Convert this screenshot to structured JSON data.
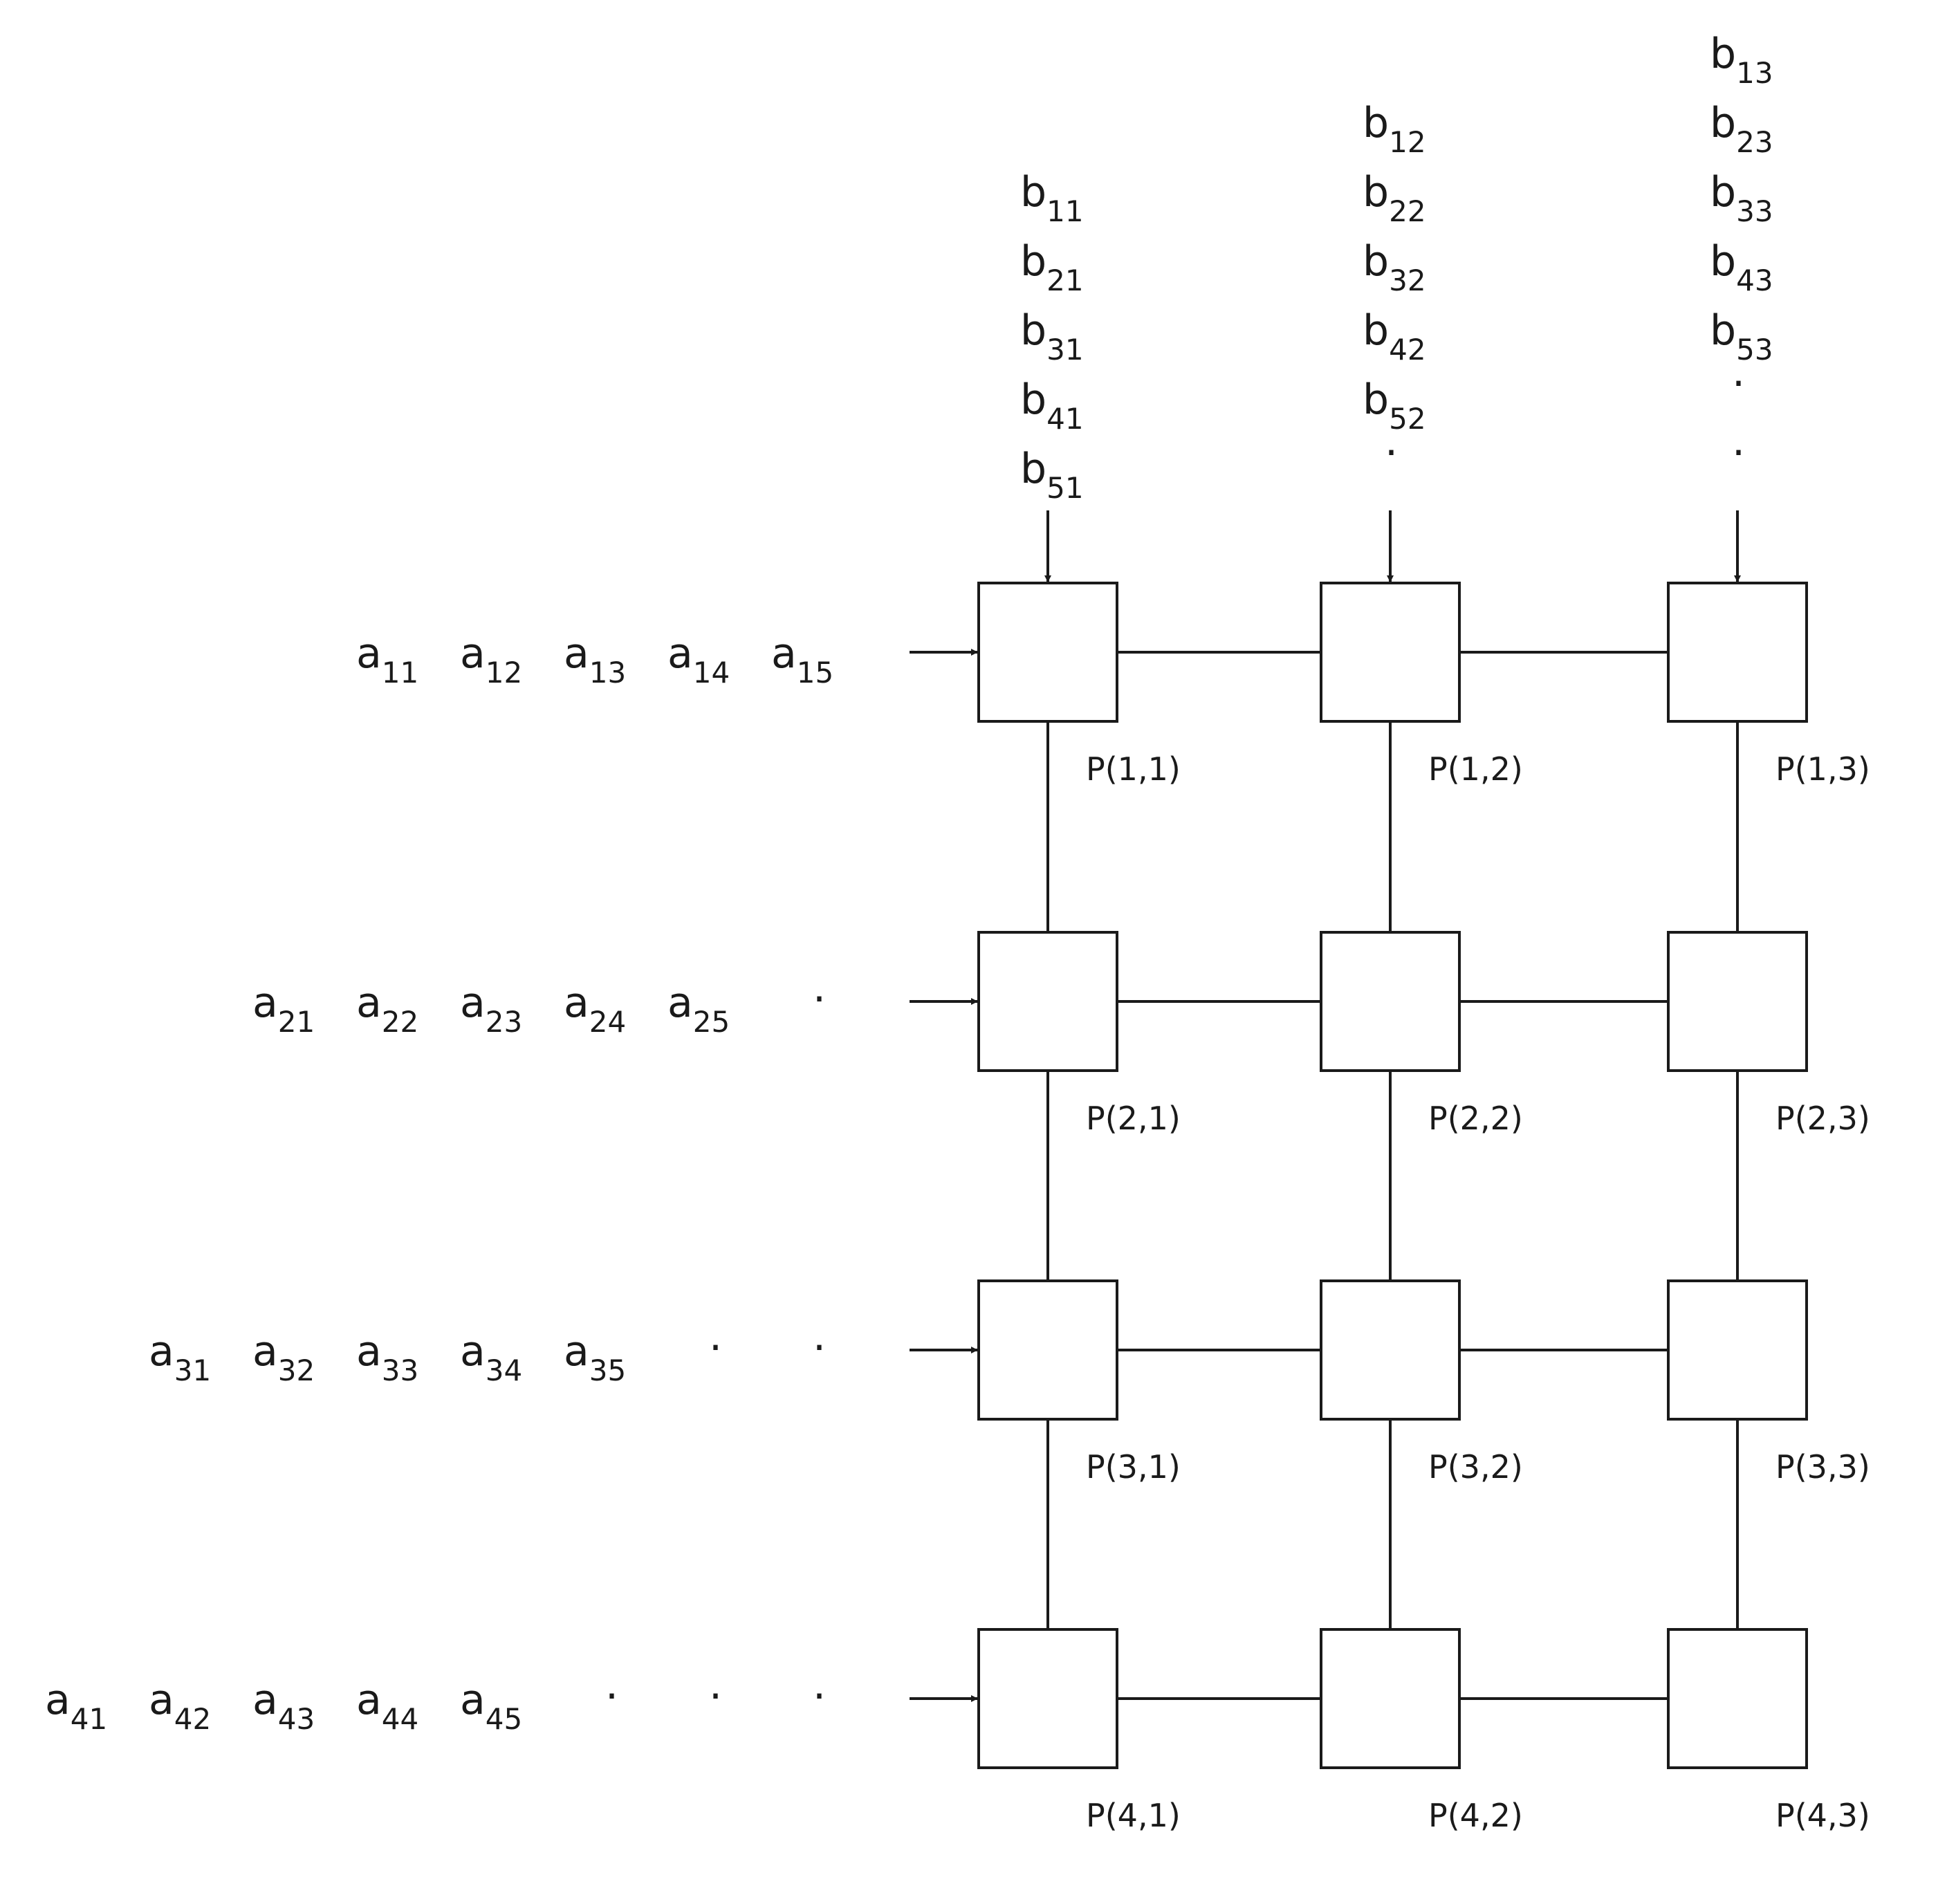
{
  "diagram": {
    "title": "Systolic array for matrix multiplication",
    "processors": [
      [
        "P(1,1)",
        "P(1,2)",
        "P(1,3)"
      ],
      [
        "P(2,1)",
        "P(2,2)",
        "P(2,3)"
      ],
      [
        "P(3,1)",
        "P(3,2)",
        "P(3,3)"
      ],
      [
        "P(4,1)",
        "P(4,2)",
        "P(4,3)"
      ]
    ],
    "row_inputs": [
      {
        "items": [
          [
            "a",
            "11"
          ],
          [
            "a",
            "12"
          ],
          [
            "a",
            "13"
          ],
          [
            "a",
            "14"
          ],
          [
            "a",
            "15"
          ]
        ],
        "dots": 0
      },
      {
        "items": [
          [
            "a",
            "21"
          ],
          [
            "a",
            "22"
          ],
          [
            "a",
            "23"
          ],
          [
            "a",
            "24"
          ],
          [
            "a",
            "25"
          ]
        ],
        "dots": 1
      },
      {
        "items": [
          [
            "a",
            "31"
          ],
          [
            "a",
            "32"
          ],
          [
            "a",
            "33"
          ],
          [
            "a",
            "34"
          ],
          [
            "a",
            "35"
          ]
        ],
        "dots": 2
      },
      {
        "items": [
          [
            "a",
            "41"
          ],
          [
            "a",
            "42"
          ],
          [
            "a",
            "43"
          ],
          [
            "a",
            "44"
          ],
          [
            "a",
            "45"
          ]
        ],
        "dots": 3
      }
    ],
    "column_inputs": [
      {
        "items": [
          [
            "b",
            "11"
          ],
          [
            "b",
            "21"
          ],
          [
            "b",
            "31"
          ],
          [
            "b",
            "41"
          ],
          [
            "b",
            "51"
          ]
        ],
        "dots": 0
      },
      {
        "items": [
          [
            "b",
            "12"
          ],
          [
            "b",
            "22"
          ],
          [
            "b",
            "32"
          ],
          [
            "b",
            "42"
          ],
          [
            "b",
            "52"
          ]
        ],
        "dots": 1
      },
      {
        "items": [
          [
            "b",
            "13"
          ],
          [
            "b",
            "23"
          ],
          [
            "b",
            "33"
          ],
          [
            "b",
            "43"
          ],
          [
            "b",
            "53"
          ]
        ],
        "dots": 2
      }
    ],
    "dot_glyph": "."
  }
}
